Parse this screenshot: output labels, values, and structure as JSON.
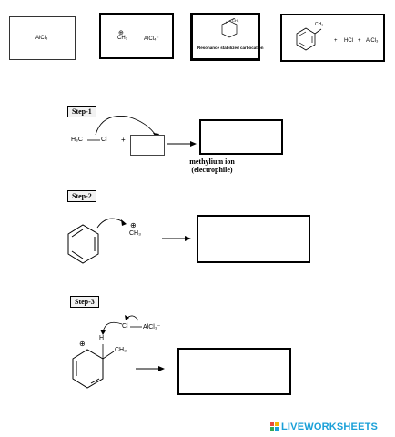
{
  "cards": {
    "card1": "AlCl₃",
    "card2_plus": "+",
    "card2_ch3": "CH₃",
    "card2_charge": "⊕",
    "card2_alcl4": "AlCl₄⁻",
    "card3_caption": "Resonance stabilized carbocation",
    "card4_ch3": "CH₃",
    "card4_plus1": "+",
    "card4_hcl": "HCl",
    "card4_plus2": "+",
    "card4_alcl3": "AlCl₃"
  },
  "step1": {
    "title": "Step-1",
    "h3c": "H₃C",
    "cl": "Cl",
    "plus": "+",
    "label_line1": "methylium ion",
    "label_line2": "(electrophile)"
  },
  "step2": {
    "title": "Step-2",
    "charge": "⊕",
    "ch3": "CH₃"
  },
  "step3": {
    "title": "Step-3",
    "cl": "Cl",
    "alcl3": "AlCl₃⁻",
    "h": "H",
    "ch3": "CH₃",
    "charge": "⊕"
  },
  "brand": {
    "name": "LIVEWORKSHEETS"
  }
}
